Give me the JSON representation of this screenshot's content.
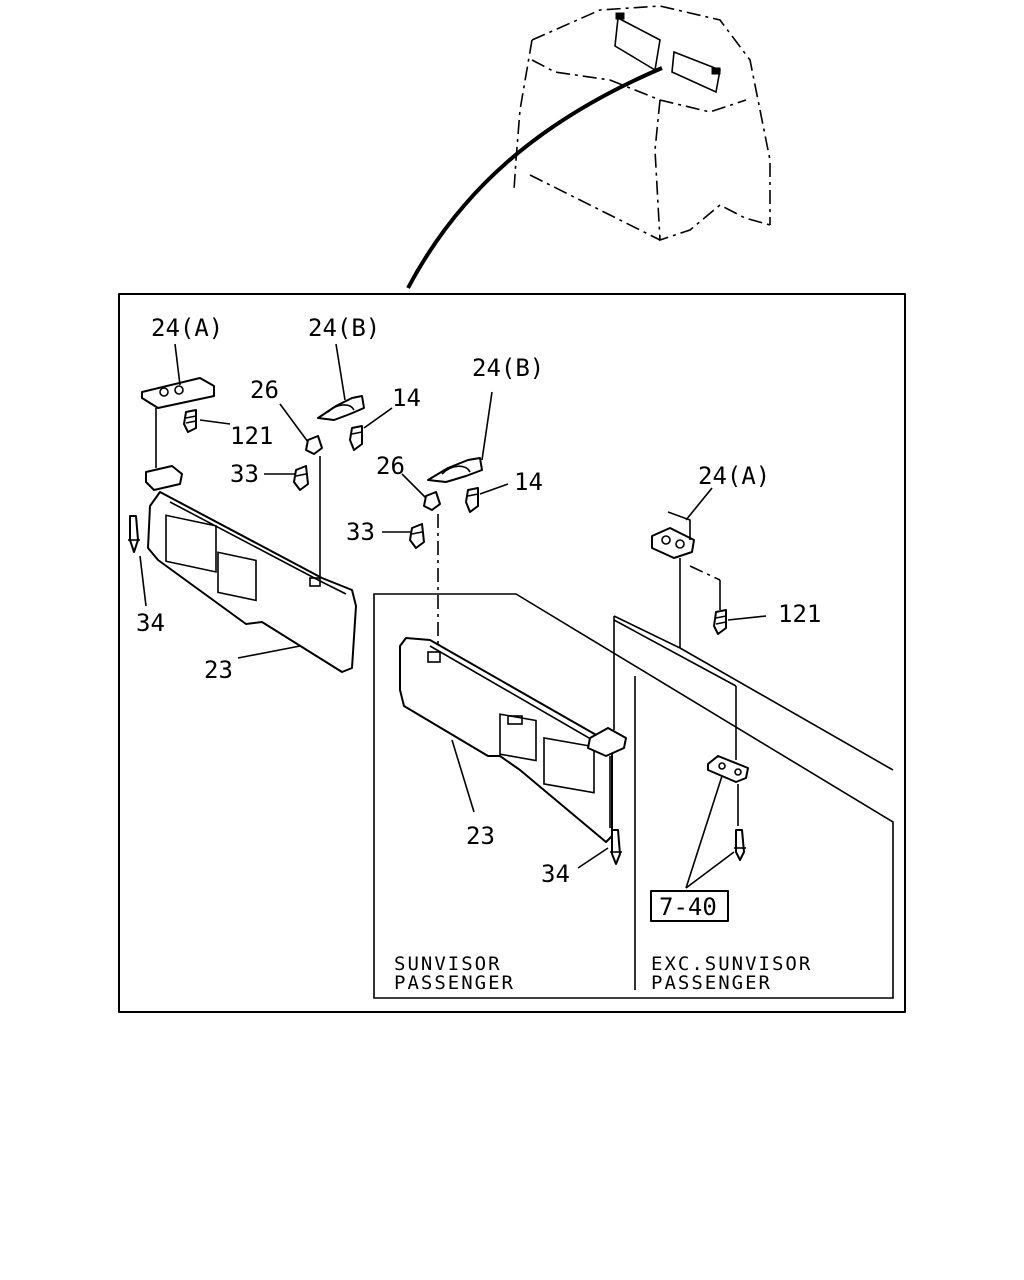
{
  "labels": {
    "l_24a_left": "24(A)",
    "l_24b_left": "24(B)",
    "l_26_left": "26",
    "l_14_left": "14",
    "l_121_left": "121",
    "l_33_left": "33",
    "l_34_left": "34",
    "l_23_left": "23",
    "l_24b_mid": "24(B)",
    "l_26_mid": "26",
    "l_14_mid": "14",
    "l_33_mid": "33",
    "l_24a_right": "24(A)",
    "l_121_right": "121",
    "l_23_mid": "23",
    "l_34_mid": "34",
    "l_ref": "7-40"
  },
  "notes": {
    "left_line1": "SUNVISOR",
    "left_line2": "PASSENGER",
    "right_line1": "EXC.SUNVISOR",
    "right_line2": "PASSENGER"
  }
}
